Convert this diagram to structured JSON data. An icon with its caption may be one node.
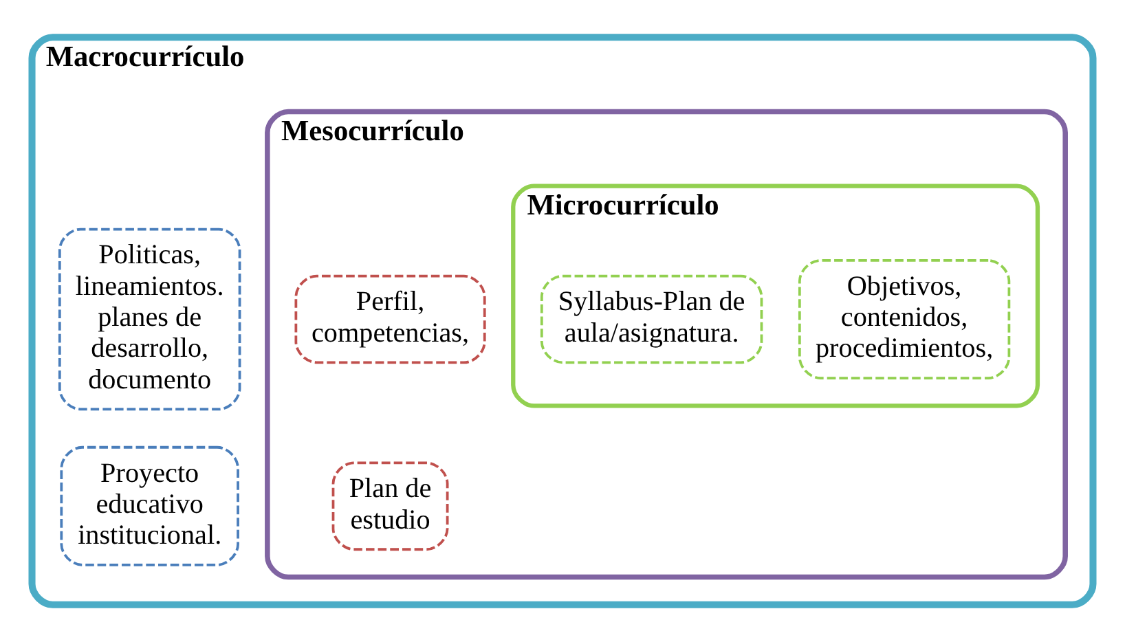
{
  "diagram": {
    "nodes": [
      {
        "text": [
          "Macrocurrículo"
        ]
      },
      {
        "text": [
          "Politicas, lineamientos. planes de desarrollo, documento"
        ],
        "in": 0
      },
      {
        "text": [
          "Proyecto educativo institucional."
        ],
        "in": 0
      },
      {
        "text": [
          "Mesocurrículo"
        ],
        "in": 0
      },
      {
        "text": [
          "Perfil, competencias,"
        ],
        "in": 3
      },
      {
        "text": [
          "Plan de estudio"
        ],
        "in": 3
      },
      {
        "text": [
          "Microcurrículo"
        ],
        "in": 3
      },
      {
        "text": [
          "Objetivos, contenidos, procedimientos,"
        ],
        "in": 6
      },
      {
        "text": [
          "Syllabus-Plan de aula/asignatura."
        ],
        "in": 6
      }
    ]
  }
}
